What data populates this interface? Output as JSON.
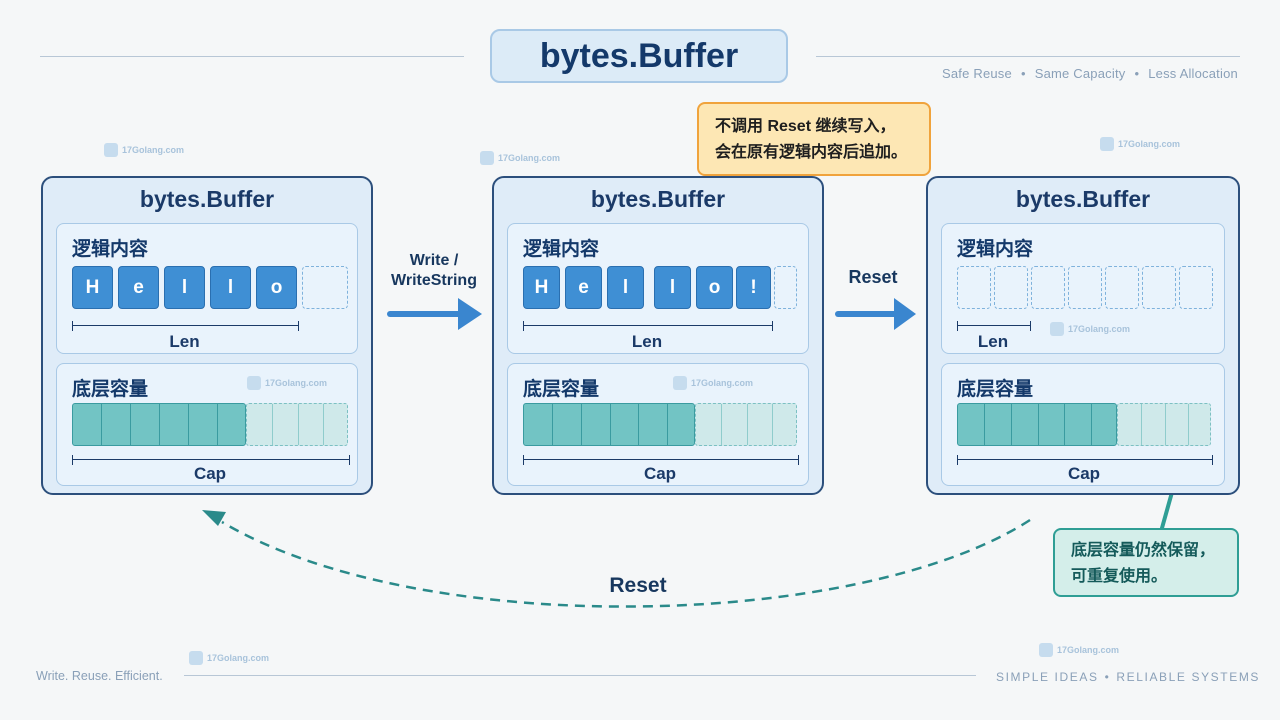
{
  "title": "bytes.Buffer",
  "tagline": [
    "Safe Reuse",
    "Same Capacity",
    "Less Allocation"
  ],
  "panels": [
    {
      "title": "bytes.Buffer",
      "content_label": "逻辑内容",
      "cells": [
        "H",
        "e",
        "l",
        "l",
        "o",
        ""
      ],
      "len": 5,
      "len_label": "Len",
      "cap_section_label": "底层容量",
      "cap_used_fraction": 0.63,
      "cap_label": "Cap"
    },
    {
      "title": "bytes.Buffer",
      "content_label": "逻辑内容",
      "cells": [
        "H",
        "e",
        "l",
        "l",
        "o",
        "!",
        ""
      ],
      "len": 6,
      "len_label": "Len",
      "cap_section_label": "底层容量",
      "cap_used_fraction": 0.63,
      "cap_label": "Cap"
    },
    {
      "title": "bytes.Buffer",
      "content_label": "逻辑内容",
      "cells": [
        "",
        "",
        "",
        "",
        "",
        "",
        ""
      ],
      "len": 0,
      "len_label": "Len",
      "cap_section_label": "底层容量",
      "cap_used_fraction": 0.63,
      "cap_label": "Cap"
    }
  ],
  "arrows": {
    "write_line1": "Write /",
    "write_line2": "WriteString",
    "reset": "Reset",
    "loop_reset": "Reset"
  },
  "callouts": {
    "append_line1": "不调用 Reset 继续写入，",
    "append_line2": "会在原有逻辑内容后追加。",
    "retain_line1": "底层容量仍然保留，",
    "retain_line2": "可重复使用。"
  },
  "watermark": "17Golang.com",
  "footer": {
    "left": "Write. Reuse. Efficient.",
    "right": [
      "SIMPLE IDEAS",
      "RELIABLE SYSTEMS"
    ]
  },
  "colors": {
    "navy": "#17375e",
    "cell_blue": "#3f8fd4",
    "capacity_teal": "#72c4c4",
    "arrow_blue": "#3a86cf",
    "loop_teal": "#2a8a8a",
    "callout_orange": "#f0a33c",
    "callout_green": "#2f9e95"
  }
}
